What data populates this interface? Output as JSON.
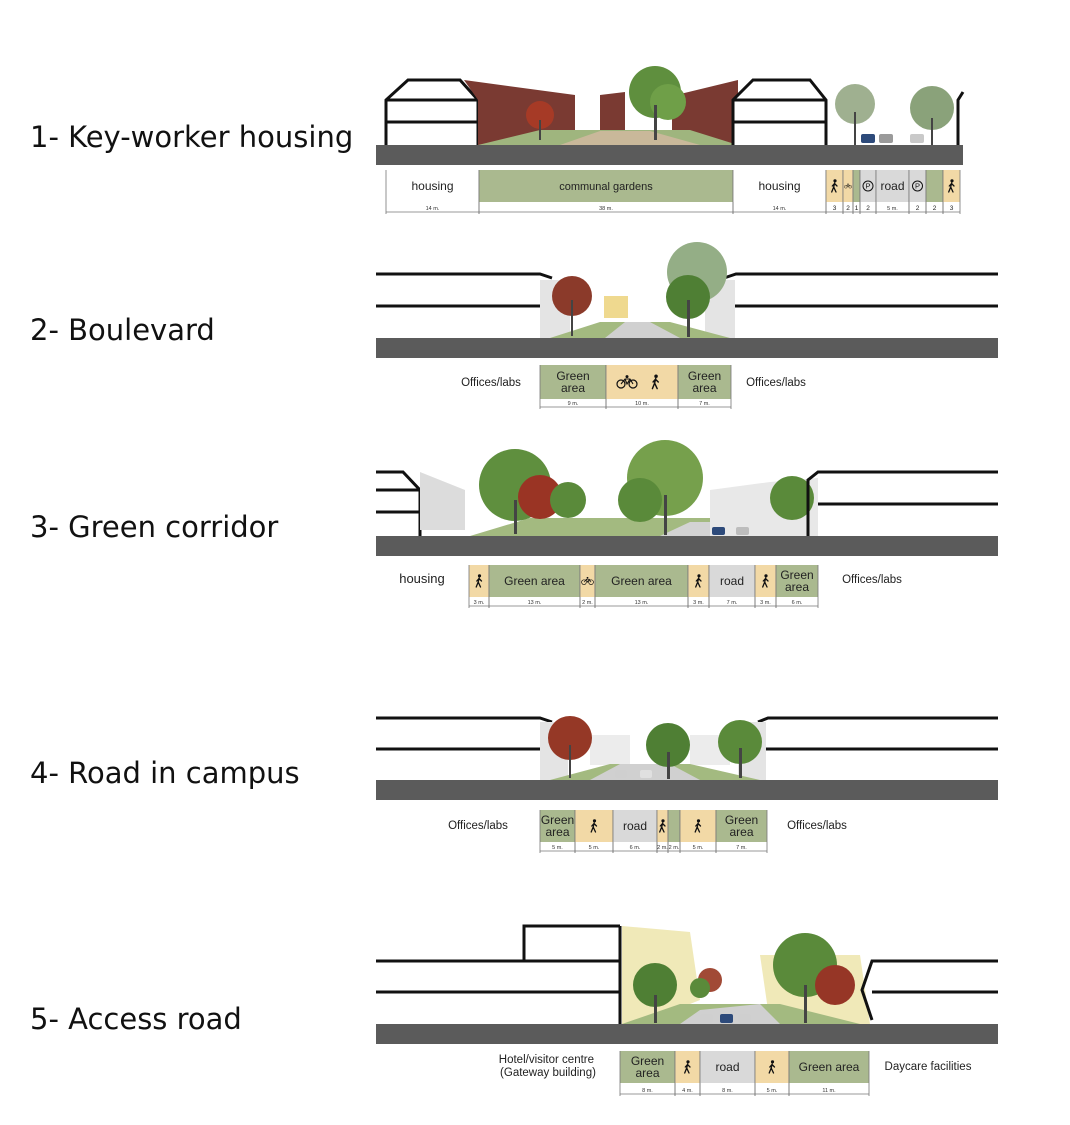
{
  "colors": {
    "green_area": "#aab98f",
    "pedestrian": "#f2d9a6",
    "road": "#d9d9d9",
    "ground": "#5b5b5b",
    "building_outline": "#111111",
    "brick": "#7a3a32"
  },
  "icons": {
    "pedestrian": "walking-person-icon",
    "cycle": "bicycle-icon",
    "parking": "parking-icon"
  },
  "sections": [
    {
      "id": "s1",
      "title": "1- Key-worker housing",
      "zones": [
        {
          "label": "housing",
          "width": "14 m.",
          "type": "plain"
        },
        {
          "label": "communal gardens",
          "width": "38 m.",
          "type": "green"
        },
        {
          "label": "housing",
          "width": "14 m.",
          "type": "plain"
        },
        {
          "label": "",
          "width": "3",
          "type": "ped",
          "icon": "pedestrian"
        },
        {
          "label": "",
          "width": "2",
          "type": "ped",
          "icon": "cycle"
        },
        {
          "label": "",
          "width": "1",
          "type": "green"
        },
        {
          "label": "",
          "width": "2",
          "type": "road",
          "icon": "parking"
        },
        {
          "label": "road",
          "width": "5 m.",
          "type": "road"
        },
        {
          "label": "",
          "width": "2",
          "type": "road",
          "icon": "parking"
        },
        {
          "label": "",
          "width": "2",
          "type": "green"
        },
        {
          "label": "",
          "width": "3",
          "type": "ped",
          "icon": "pedestrian"
        }
      ]
    },
    {
      "id": "s2",
      "title": "2- Boulevard",
      "left_label": "Offices/labs",
      "right_label": "Offices/labs",
      "zones": [
        {
          "label": "Green area",
          "width": "9 m.",
          "type": "green"
        },
        {
          "label": "",
          "width": "10 m.",
          "type": "ped",
          "icon": "cycle+pedestrian"
        },
        {
          "label": "Green area",
          "width": "7 m.",
          "type": "green"
        }
      ]
    },
    {
      "id": "s3",
      "title": "3- Green corridor",
      "left_label": "housing",
      "right_label": "Offices/labs",
      "zones": [
        {
          "label": "",
          "width": "3 m.",
          "type": "ped",
          "icon": "pedestrian"
        },
        {
          "label": "Green area",
          "width": "13 m.",
          "type": "green"
        },
        {
          "label": "",
          "width": "2 m.",
          "type": "ped",
          "icon": "cycle"
        },
        {
          "label": "Green area",
          "width": "13 m.",
          "type": "green"
        },
        {
          "label": "",
          "width": "3 m.",
          "type": "ped",
          "icon": "pedestrian"
        },
        {
          "label": "road",
          "width": "7 m.",
          "type": "road"
        },
        {
          "label": "",
          "width": "3 m.",
          "type": "ped",
          "icon": "pedestrian"
        },
        {
          "label": "Green area",
          "width": "6 m.",
          "type": "green"
        }
      ]
    },
    {
      "id": "s4",
      "title": "4- Road in campus",
      "left_label": "Offices/labs",
      "right_label": "Offices/labs",
      "zones": [
        {
          "label": "Green area",
          "width": "5 m.",
          "type": "green"
        },
        {
          "label": "",
          "width": "5 m.",
          "type": "ped",
          "icon": "pedestrian"
        },
        {
          "label": "road",
          "width": "6 m.",
          "type": "road"
        },
        {
          "label": "",
          "width": "2 m.",
          "type": "ped",
          "icon": "pedestrian"
        },
        {
          "label": "",
          "width": "2 m.",
          "type": "green"
        },
        {
          "label": "",
          "width": "5 m.",
          "type": "ped",
          "icon": "pedestrian"
        },
        {
          "label": "Green area",
          "width": "7 m.",
          "type": "green"
        }
      ]
    },
    {
      "id": "s5",
      "title": "5- Access road",
      "left_label": "Hotel/visitor centre (Gateway building)",
      "right_label": "Daycare facilities",
      "zones": [
        {
          "label": "Green area",
          "width": "8 m.",
          "type": "green"
        },
        {
          "label": "",
          "width": "4 m.",
          "type": "ped",
          "icon": "pedestrian"
        },
        {
          "label": "road",
          "width": "8 m.",
          "type": "road"
        },
        {
          "label": "",
          "width": "5 m.",
          "type": "ped",
          "icon": "pedestrian"
        },
        {
          "label": "Green area",
          "width": "11 m.",
          "type": "green"
        }
      ]
    }
  ]
}
